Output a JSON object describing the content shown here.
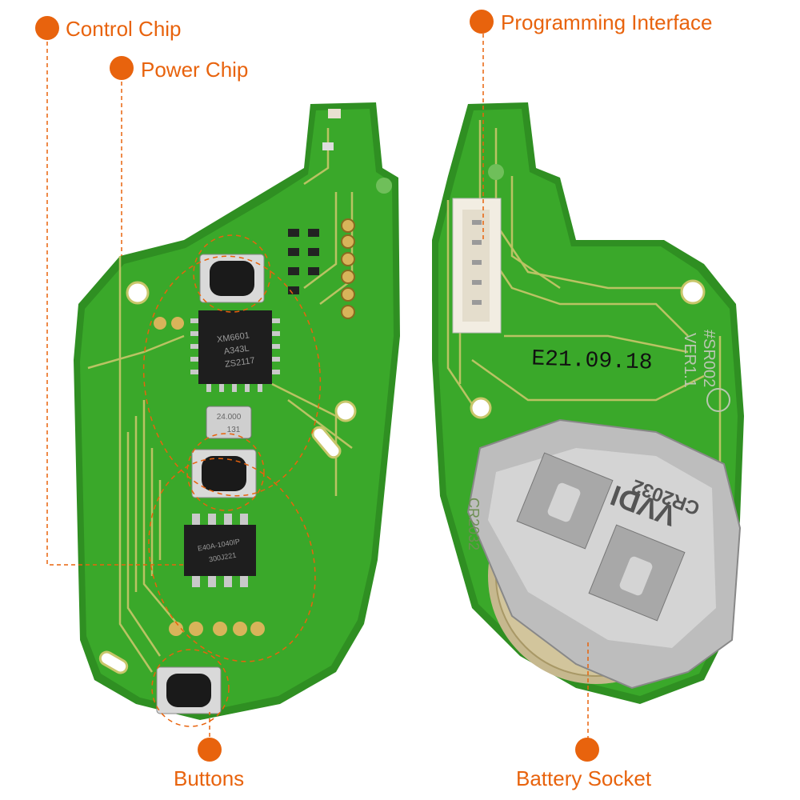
{
  "callouts": {
    "control_chip": "Control Chip",
    "power_chip": "Power Chip",
    "programming_interface": "Programming Interface",
    "buttons": "Buttons",
    "battery_socket": "Battery Socket"
  },
  "board_markings": {
    "chip_main": [
      "XM6601",
      "A343L",
      "ZS2117"
    ],
    "crystal": [
      "24.000",
      "131"
    ],
    "chip_power": [
      "E40A-1040IP",
      "300J221"
    ],
    "date_code": "E21.09.18",
    "model": "#SR002",
    "version": "VER1.1",
    "battery_type": "CR2032",
    "brand": "VVDI",
    "battery_type_side": "CR2032"
  },
  "colors": {
    "accent": "#e8630d",
    "pcb_green": "#3aa82a",
    "pcb_edge": "#2f8f22",
    "trace": "#c8c66a",
    "pad_gold": "#d8b45a",
    "metal": "#c9c9c9"
  }
}
